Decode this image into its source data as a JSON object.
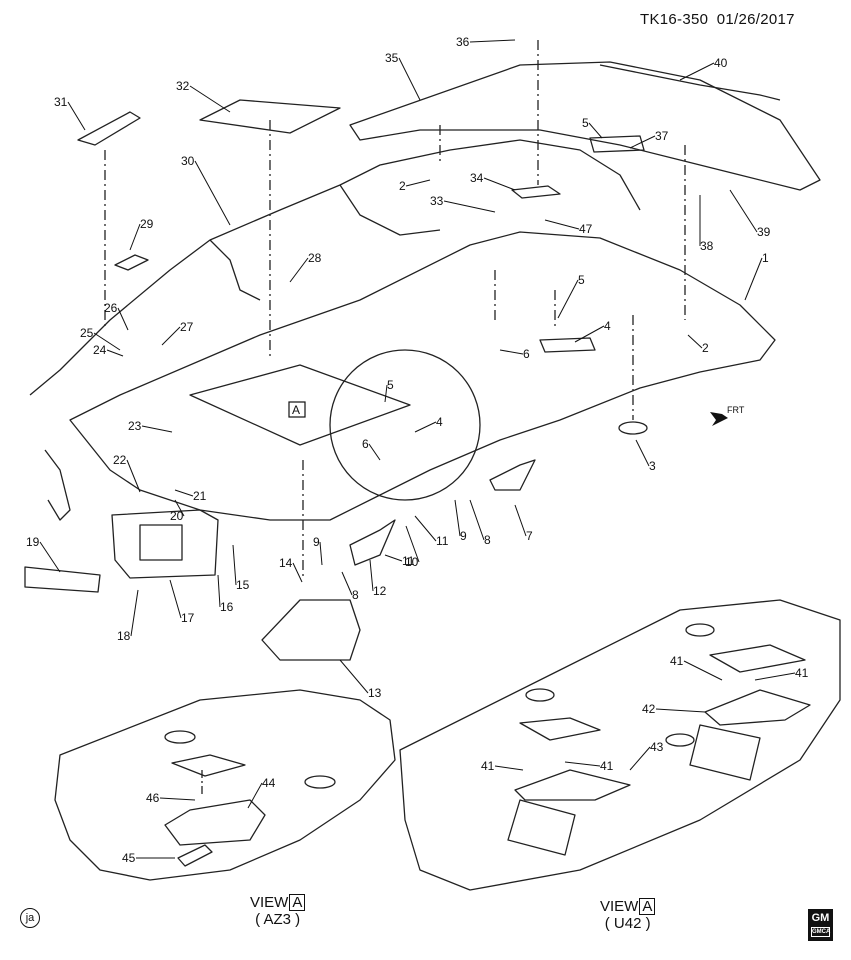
{
  "header": {
    "doc_code": "TK16-350",
    "date": "01/26/2017"
  },
  "view_label_a": "A",
  "callouts": [
    "1",
    "2",
    "2",
    "3",
    "4",
    "4",
    "5",
    "5",
    "5",
    "6",
    "6",
    "7",
    "8",
    "8",
    "9",
    "9",
    "10",
    "11",
    "11",
    "12",
    "13",
    "14",
    "15",
    "16",
    "17",
    "18",
    "19",
    "20",
    "21",
    "22",
    "23",
    "24",
    "25",
    "26",
    "27",
    "28",
    "29",
    "30",
    "31",
    "32",
    "33",
    "34",
    "35",
    "36",
    "37",
    "38",
    "39",
    "40",
    "41",
    "41",
    "41",
    "41",
    "42",
    "43",
    "44",
    "45",
    "46",
    "47"
  ],
  "front_marker": "FRT",
  "views": [
    {
      "prefix": "VIEW",
      "box": "A",
      "option": "( AZ3 )"
    },
    {
      "prefix": "VIEW",
      "box": "A",
      "option": "( U42 )"
    }
  ],
  "stamp": "ja",
  "logo": {
    "brand": "GM",
    "sub": "GMCA"
  }
}
